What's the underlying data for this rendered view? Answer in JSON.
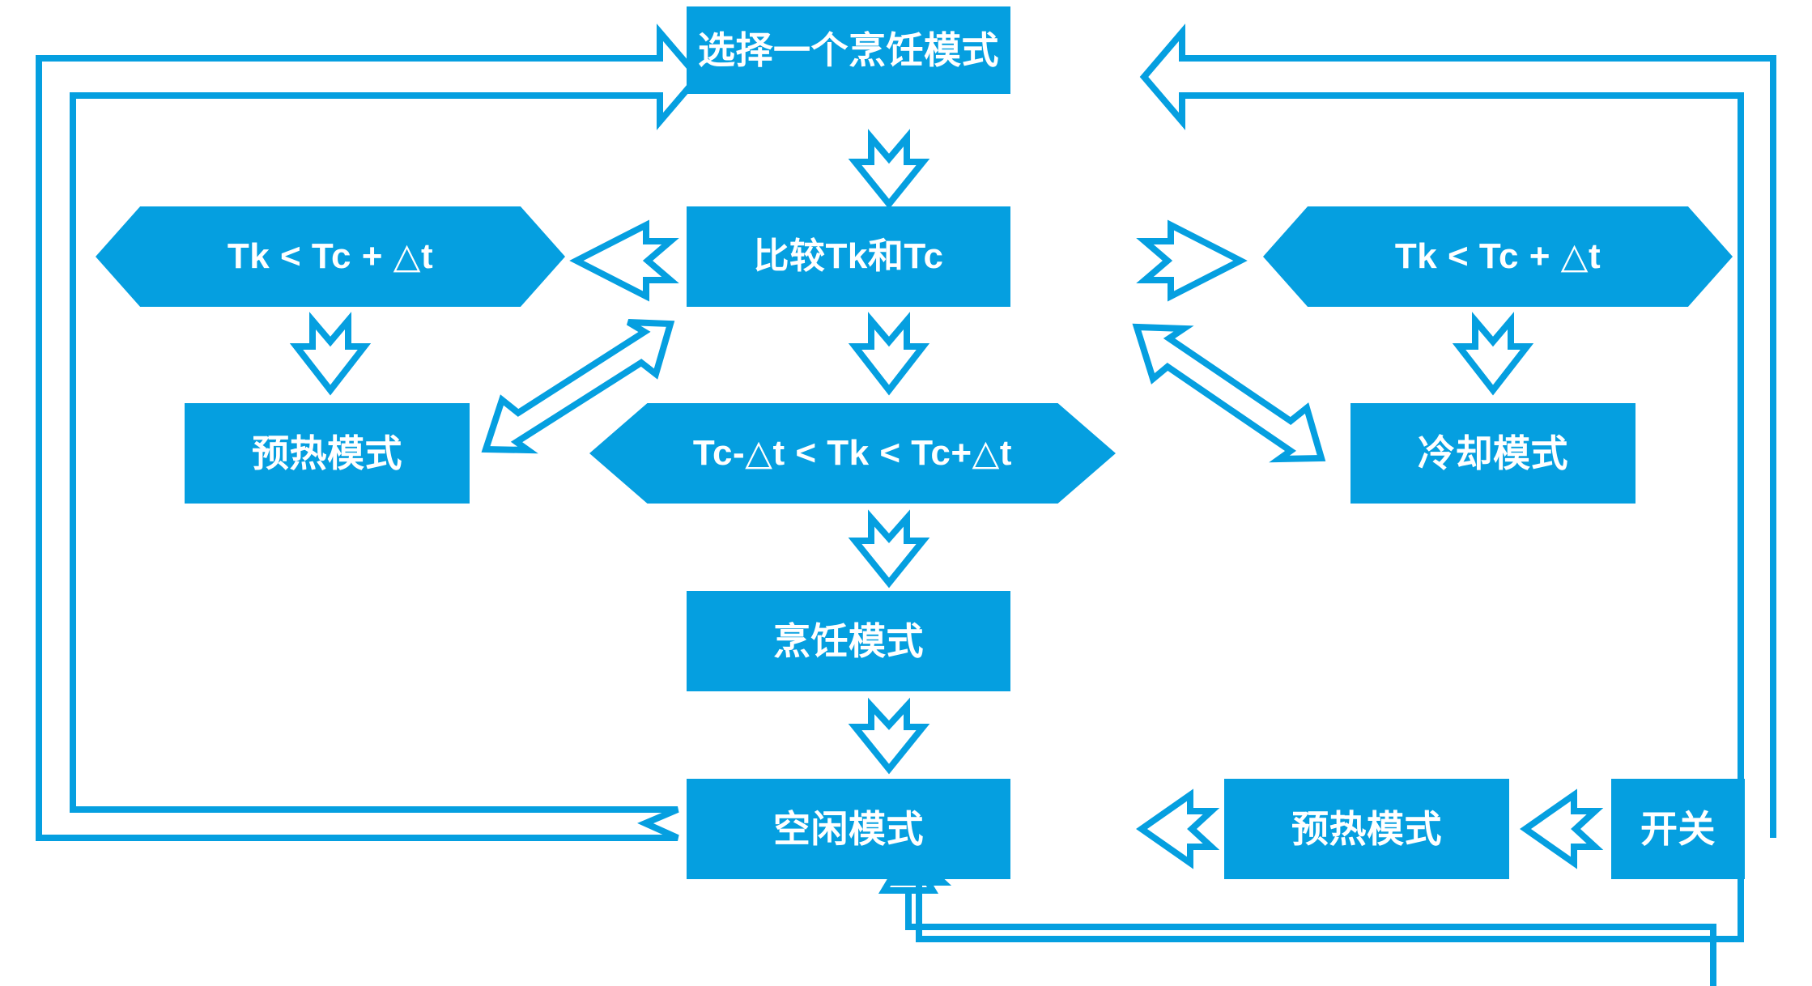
{
  "diagram": {
    "title_text": "",
    "accent_color": "#059fe0",
    "text_color": "#ffffff",
    "background_color": "#ffffff",
    "type": "flowchart"
  },
  "nodes": {
    "select_mode": {
      "label": "选择一个烹饪模式",
      "shape": "rectangle"
    },
    "compare": {
      "label": "比较Tk和Tc",
      "shape": "rectangle"
    },
    "cond_left": {
      "label": "Tk < Tc + △t",
      "shape": "hexagon"
    },
    "cond_right": {
      "label": "Tk < Tc + △t",
      "shape": "hexagon"
    },
    "cond_middle": {
      "label": "Tc-△t < Tk < Tc+△t",
      "shape": "hexagon"
    },
    "preheat_left": {
      "label": "预热模式",
      "shape": "rectangle"
    },
    "cooling_right": {
      "label": "冷却模式",
      "shape": "rectangle"
    },
    "cooking": {
      "label": "烹饪模式",
      "shape": "rectangle"
    },
    "idle": {
      "label": "空闲模式",
      "shape": "rectangle"
    },
    "preheat_bottom": {
      "label": "预热模式",
      "shape": "rectangle"
    },
    "switch": {
      "label": "开关",
      "shape": "rectangle"
    }
  },
  "edges": [
    {
      "from": "select_mode",
      "to": "compare",
      "style": "block-arrow-down"
    },
    {
      "from": "compare",
      "to": "cond_left",
      "style": "block-arrow-left"
    },
    {
      "from": "compare",
      "to": "cond_right",
      "style": "block-arrow-right"
    },
    {
      "from": "compare",
      "to": "cond_middle",
      "style": "block-arrow-down"
    },
    {
      "from": "cond_left",
      "to": "preheat_left",
      "style": "block-arrow-down"
    },
    {
      "from": "cond_right",
      "to": "cooling_right",
      "style": "block-arrow-down"
    },
    {
      "from": "preheat_left",
      "to": "compare",
      "style": "diagonal-arrow-up-right"
    },
    {
      "from": "cooling_right",
      "to": "compare",
      "style": "diagonal-arrow-up-left"
    },
    {
      "from": "cond_middle",
      "to": "cooking",
      "style": "block-arrow-down"
    },
    {
      "from": "cooking",
      "to": "idle",
      "style": "block-arrow-down"
    },
    {
      "from": "preheat_bottom",
      "to": "idle",
      "style": "block-arrow-left"
    },
    {
      "from": "switch",
      "to": "preheat_bottom",
      "style": "block-arrow-left"
    },
    {
      "from": "idle",
      "to": "select_mode",
      "style": "outlined-路径-left-up"
    },
    {
      "from": "idle",
      "to": "select_mode",
      "style": "outlined-path-left-up-inner"
    },
    {
      "from": "switch",
      "to": "select_mode",
      "style": "outlined-path-right-up"
    },
    {
      "from": "switch",
      "to": "idle",
      "style": "outlined-path-right-bottom-up"
    }
  ]
}
